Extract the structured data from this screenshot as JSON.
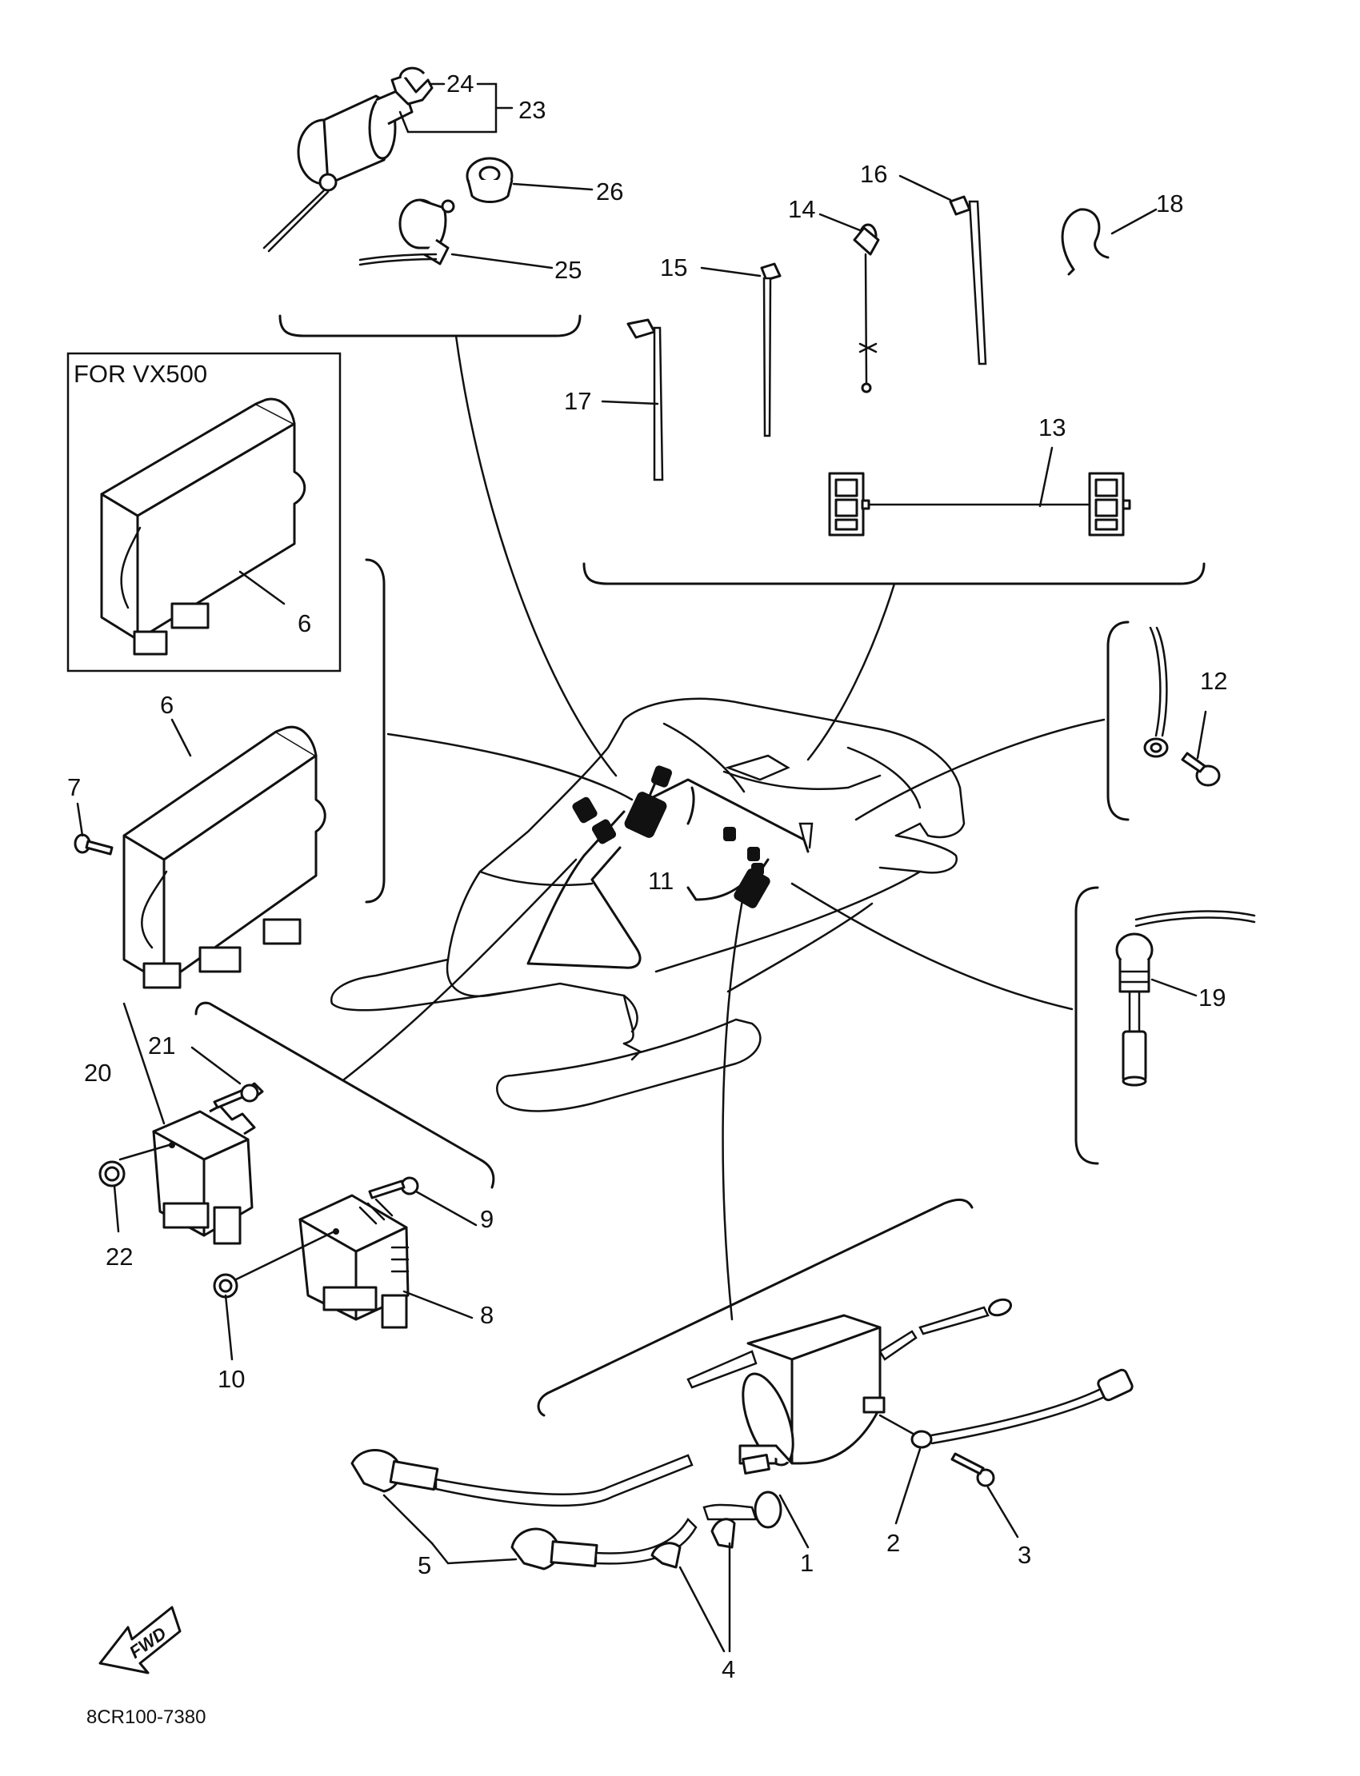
{
  "inset": {
    "title": "FOR VX500"
  },
  "fwd_label": "FWD",
  "drawing_code": "8CR100-7380",
  "parts": [
    {
      "no": "1"
    },
    {
      "no": "2"
    },
    {
      "no": "3"
    },
    {
      "no": "4"
    },
    {
      "no": "5"
    },
    {
      "no": "6"
    },
    {
      "no": "7"
    },
    {
      "no": "8"
    },
    {
      "no": "9"
    },
    {
      "no": "10"
    },
    {
      "no": "11"
    },
    {
      "no": "12"
    },
    {
      "no": "13"
    },
    {
      "no": "14"
    },
    {
      "no": "15"
    },
    {
      "no": "16"
    },
    {
      "no": "17"
    },
    {
      "no": "18"
    },
    {
      "no": "19"
    },
    {
      "no": "20"
    },
    {
      "no": "21"
    },
    {
      "no": "22"
    },
    {
      "no": "23"
    },
    {
      "no": "24"
    },
    {
      "no": "25"
    },
    {
      "no": "26"
    }
  ]
}
